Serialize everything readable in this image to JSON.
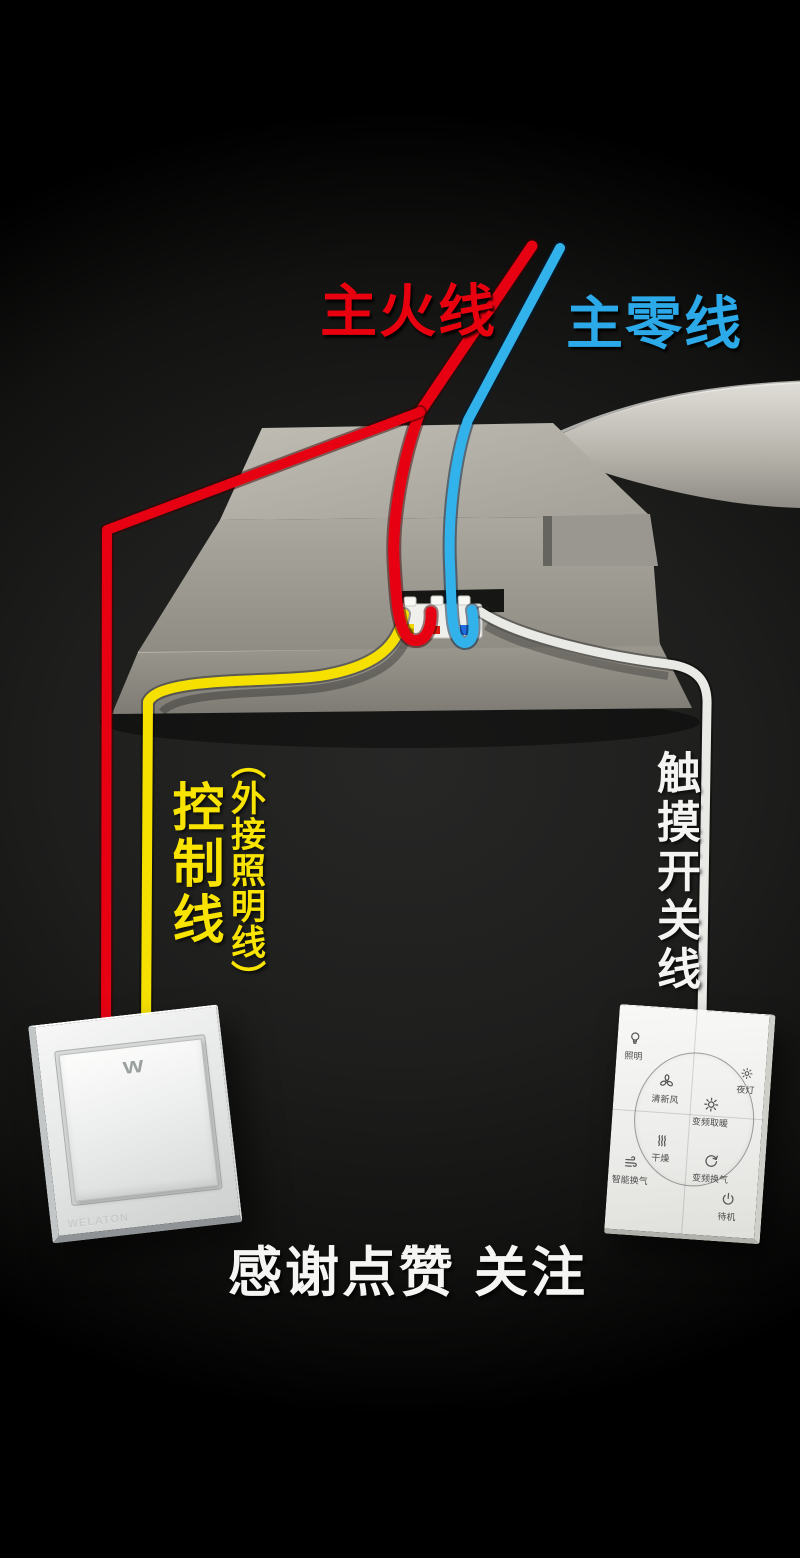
{
  "wire_labels": {
    "main_live": "主火线",
    "main_neutral": "主零线",
    "control": "控制线",
    "external_lighting": "（外接照明线）",
    "touch_switch": "触摸开关线"
  },
  "footer": {
    "text": "感谢点赞 关注"
  },
  "wall_switch": {
    "logo": "W",
    "embossed_text": "WELATON"
  },
  "touch_panel": {
    "corner_buttons": [
      {
        "id": "lighting",
        "label": "照明",
        "icon": "bulb-icon"
      },
      {
        "id": "night-light",
        "label": "夜灯",
        "icon": "night-light-icon"
      },
      {
        "id": "smart-vent",
        "label": "智能换气",
        "icon": "wind-icon"
      },
      {
        "id": "standby",
        "label": "待机",
        "icon": "power-icon"
      }
    ],
    "dial_buttons": [
      {
        "id": "fresh-air",
        "label": "清新风",
        "icon": "fan-icon"
      },
      {
        "id": "heating",
        "label": "变频取暖",
        "icon": "sun-icon"
      },
      {
        "id": "drying",
        "label": "干燥",
        "icon": "steam-icon"
      },
      {
        "id": "ventilation",
        "label": "变频换气",
        "icon": "cycle-icon"
      }
    ]
  },
  "colors": {
    "live_wire": "#e60012",
    "neutral_wire": "#31b2ea",
    "control_wire": "#f5e000",
    "switch_wire": "#e9e9e6",
    "junction_box": "#a5a29a",
    "background": "#1e1e1d"
  }
}
